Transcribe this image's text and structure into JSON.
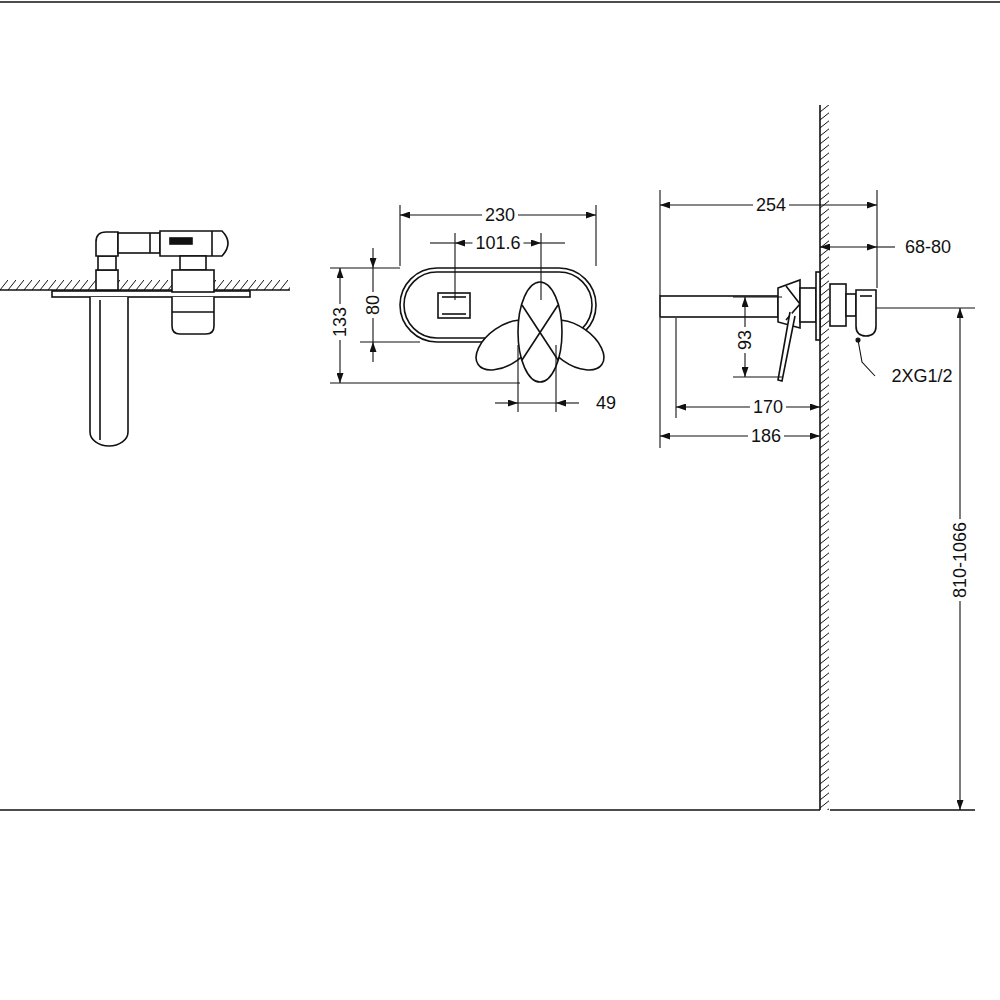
{
  "diagram": {
    "labels": [
      "230",
      "101.6",
      "80",
      "133",
      "49",
      "254",
      "68-80",
      "93",
      "2XG1/2",
      "170",
      "186",
      "810-1066"
    ]
  }
}
